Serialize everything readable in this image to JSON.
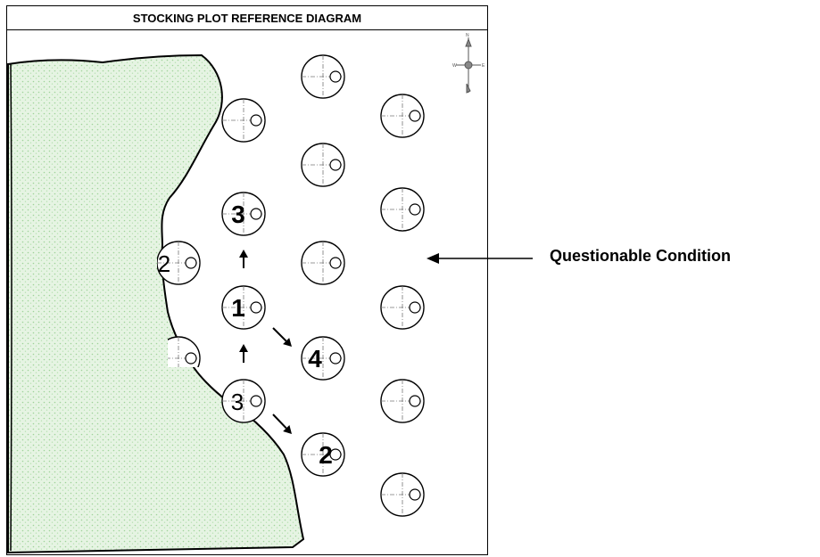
{
  "diagram": {
    "title": "STOCKING PLOT REFERENCE DIAGRAM",
    "annotation": "Questionable Condition",
    "colors": {
      "stroke": "#000000",
      "area_fill": "#e6f4e3",
      "area_dot": "#9fd39a",
      "centerline": "#777777"
    },
    "icons": [
      "north-arrow-icon"
    ],
    "plot_labels": [
      {
        "text": "3",
        "bold": true
      },
      {
        "text": "2",
        "bold": false
      },
      {
        "text": "1",
        "bold": true
      },
      {
        "text": "4",
        "bold": true
      },
      {
        "text": "3",
        "bold": false
      },
      {
        "text": "2",
        "bold": true
      }
    ]
  }
}
